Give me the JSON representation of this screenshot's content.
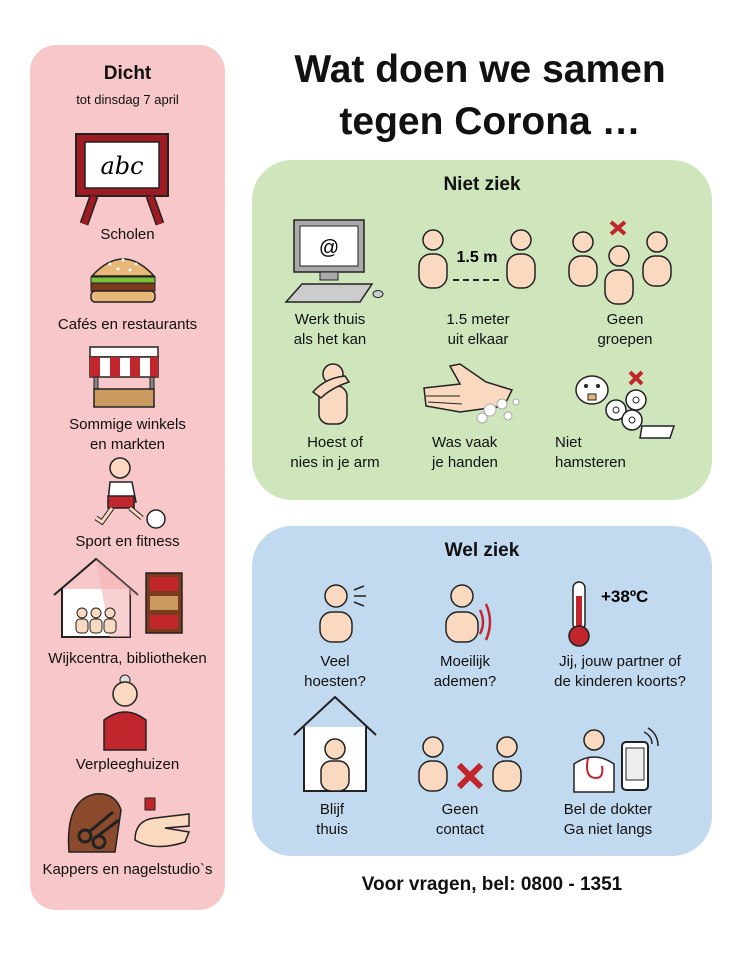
{
  "title": {
    "line1": "Wat doen we samen",
    "line2": "tegen Corona …"
  },
  "closed": {
    "heading": "Dicht",
    "subheading": "tot dinsdag 7 april",
    "items": [
      {
        "label": "Scholen",
        "icon": "chalkboard-icon",
        "board_text": "abc"
      },
      {
        "label": "Cafés en restaurants",
        "icon": "burger-icon"
      },
      {
        "label": "Sommige winkels\nen markten",
        "icon": "market-stall-icon"
      },
      {
        "label": "Sport en fitness",
        "icon": "soccer-player-icon"
      },
      {
        "label": "Wijkcentra, bibliotheken",
        "icon": "community-library-icon"
      },
      {
        "label": "Verpleeghuizen",
        "icon": "elderly-person-icon"
      },
      {
        "label": "Kappers en nagelstudio`s",
        "icon": "hairdresser-nails-icon"
      }
    ]
  },
  "not_sick": {
    "heading": "Niet ziek",
    "items": [
      {
        "label": "Werk thuis\nals het kan",
        "icon": "computer-icon",
        "screen_text": "@"
      },
      {
        "label": "1.5 meter\nuit elkaar",
        "icon": "distance-icon",
        "distance_text": "1.5 m"
      },
      {
        "label": "Geen\ngroepen",
        "icon": "no-groups-icon"
      },
      {
        "label": "Hoest of\nnies in je arm",
        "icon": "cough-in-arm-icon"
      },
      {
        "label": "Was vaak\nje handen",
        "icon": "wash-hands-icon"
      },
      {
        "label": "Niet\nhamsteren",
        "icon": "no-hoarding-icon"
      }
    ]
  },
  "sick": {
    "heading": "Wel ziek",
    "items": [
      {
        "label": "Veel\nhoesten?",
        "icon": "coughing-person-icon"
      },
      {
        "label": "Moeilijk\nademen?",
        "icon": "breathing-difficulty-icon"
      },
      {
        "label": "Jij, jouw partner of\nde kinderen koorts?",
        "icon": "thermometer-icon",
        "temperature_text": "+38ºC"
      },
      {
        "label": "Blijf\nthuis",
        "icon": "stay-home-icon"
      },
      {
        "label": "Geen\ncontact",
        "icon": "no-contact-icon"
      },
      {
        "label": "Bel de dokter\nGa niet langs",
        "icon": "call-doctor-icon"
      }
    ]
  },
  "footer": "Voor vragen, bel: 0800 - 1351",
  "colors": {
    "closed_bg": "#f7c7c9",
    "not_sick_bg": "#cfe6bd",
    "sick_bg": "#c2daf0",
    "cross_red": "#c0262c"
  }
}
